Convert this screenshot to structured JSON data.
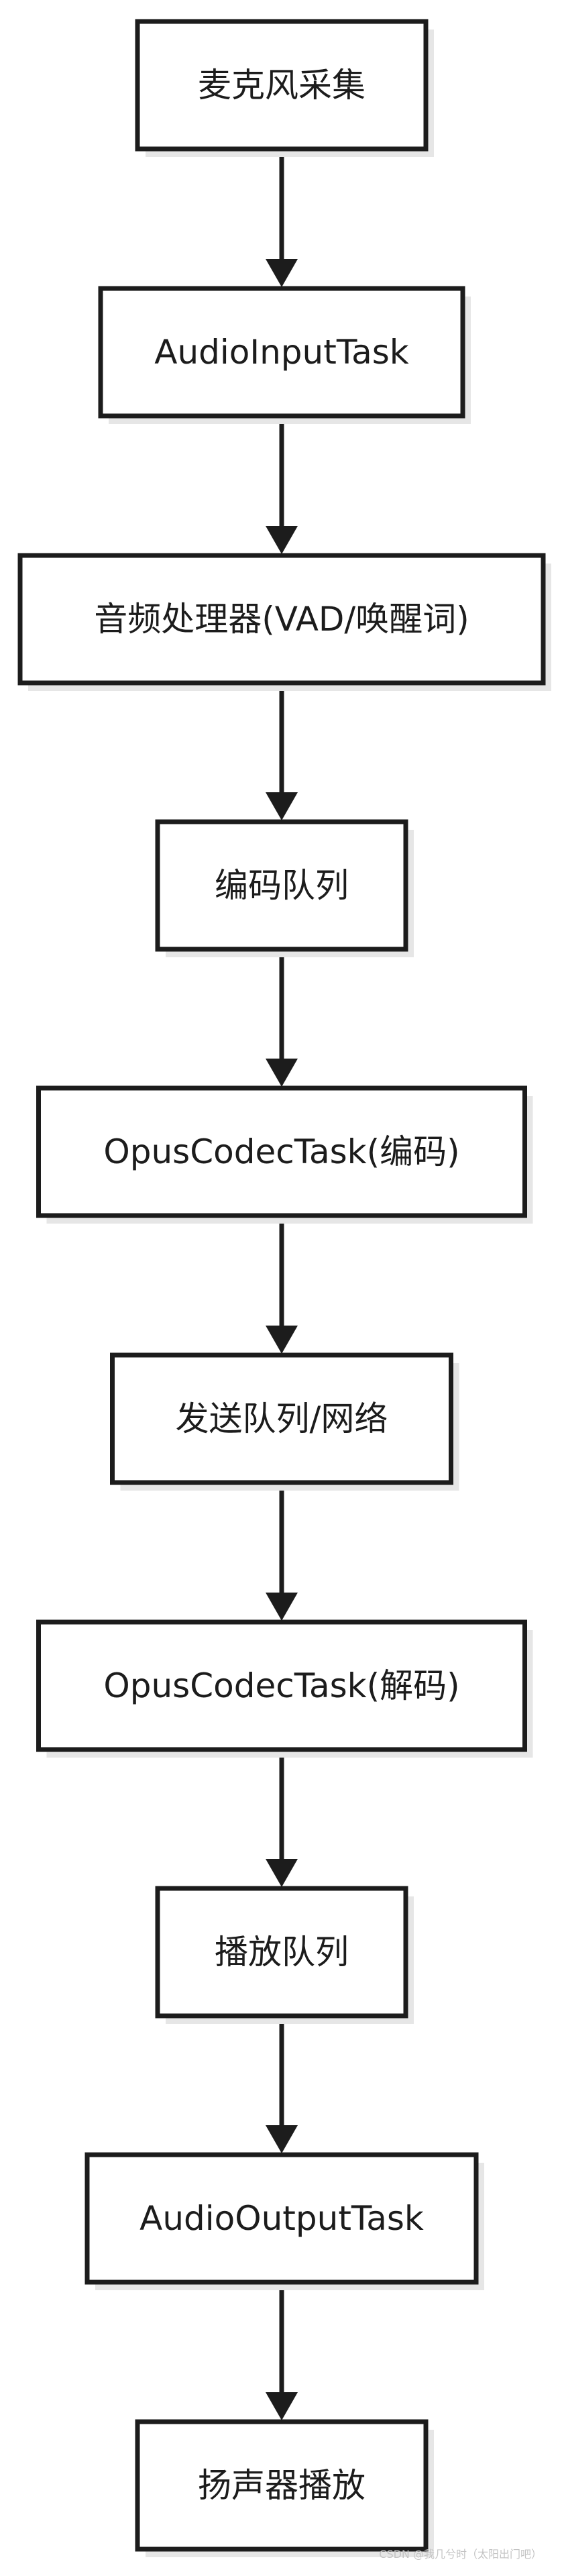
{
  "diagram": {
    "type": "flowchart",
    "direction": "top-to-bottom",
    "nodes": [
      {
        "id": "mic",
        "label": "麦克风采集"
      },
      {
        "id": "audio-input-task",
        "label": "AudioInputTask"
      },
      {
        "id": "audio-processor",
        "label": "音频处理器(VAD/唤醒词)"
      },
      {
        "id": "encode-queue",
        "label": "编码队列"
      },
      {
        "id": "opus-encode",
        "label": "OpusCodecTask(编码)"
      },
      {
        "id": "send-queue",
        "label": "发送队列/网络"
      },
      {
        "id": "opus-decode",
        "label": "OpusCodecTask(解码)"
      },
      {
        "id": "playback-queue",
        "label": "播放队列"
      },
      {
        "id": "audio-output-task",
        "label": "AudioOutputTask"
      },
      {
        "id": "speaker",
        "label": "扬声器播放"
      }
    ],
    "edges": [
      {
        "from": "mic",
        "to": "audio-input-task"
      },
      {
        "from": "audio-input-task",
        "to": "audio-processor"
      },
      {
        "from": "audio-processor",
        "to": "encode-queue"
      },
      {
        "from": "encode-queue",
        "to": "opus-encode"
      },
      {
        "from": "opus-encode",
        "to": "send-queue"
      },
      {
        "from": "send-queue",
        "to": "opus-decode"
      },
      {
        "from": "opus-decode",
        "to": "playback-queue"
      },
      {
        "from": "playback-queue",
        "to": "audio-output-task"
      },
      {
        "from": "audio-output-task",
        "to": "speaker"
      }
    ]
  },
  "watermark": "CSDN @我几兮时（太阳出门吧）",
  "colors": {
    "stroke": "#1c1c1c",
    "shadow": "#e6e6e6",
    "fill": "#ffffff"
  }
}
